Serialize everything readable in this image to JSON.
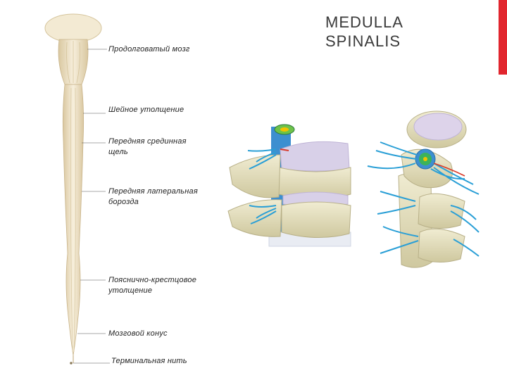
{
  "slide": {
    "title": "MEDULLA\nSPINALIS",
    "accent_color": "#e1262e"
  },
  "diagram": {
    "labels": {
      "medulla_oblongata": "Продолговатый мозг",
      "cervical_enlargement": "Шейное утолщение",
      "anterior_median_fissure": "Передняя срединная\nщель",
      "anterior_lateral_sulcus": "Передняя латеральная\nборозда",
      "lumbosacral_enlargement": "Пояснично-крестцовое\nутолщение",
      "conus_medullaris": "Мозговой конус",
      "filum_terminale": "Терминальная нить"
    },
    "colors": {
      "cord": "#efe3c6",
      "cord_outline": "#c9b48a",
      "bone": "#e7e2c0",
      "disc": "#ddd3ea",
      "nerve": "#2a9fd6",
      "cord_section": "#3cb35a"
    }
  }
}
